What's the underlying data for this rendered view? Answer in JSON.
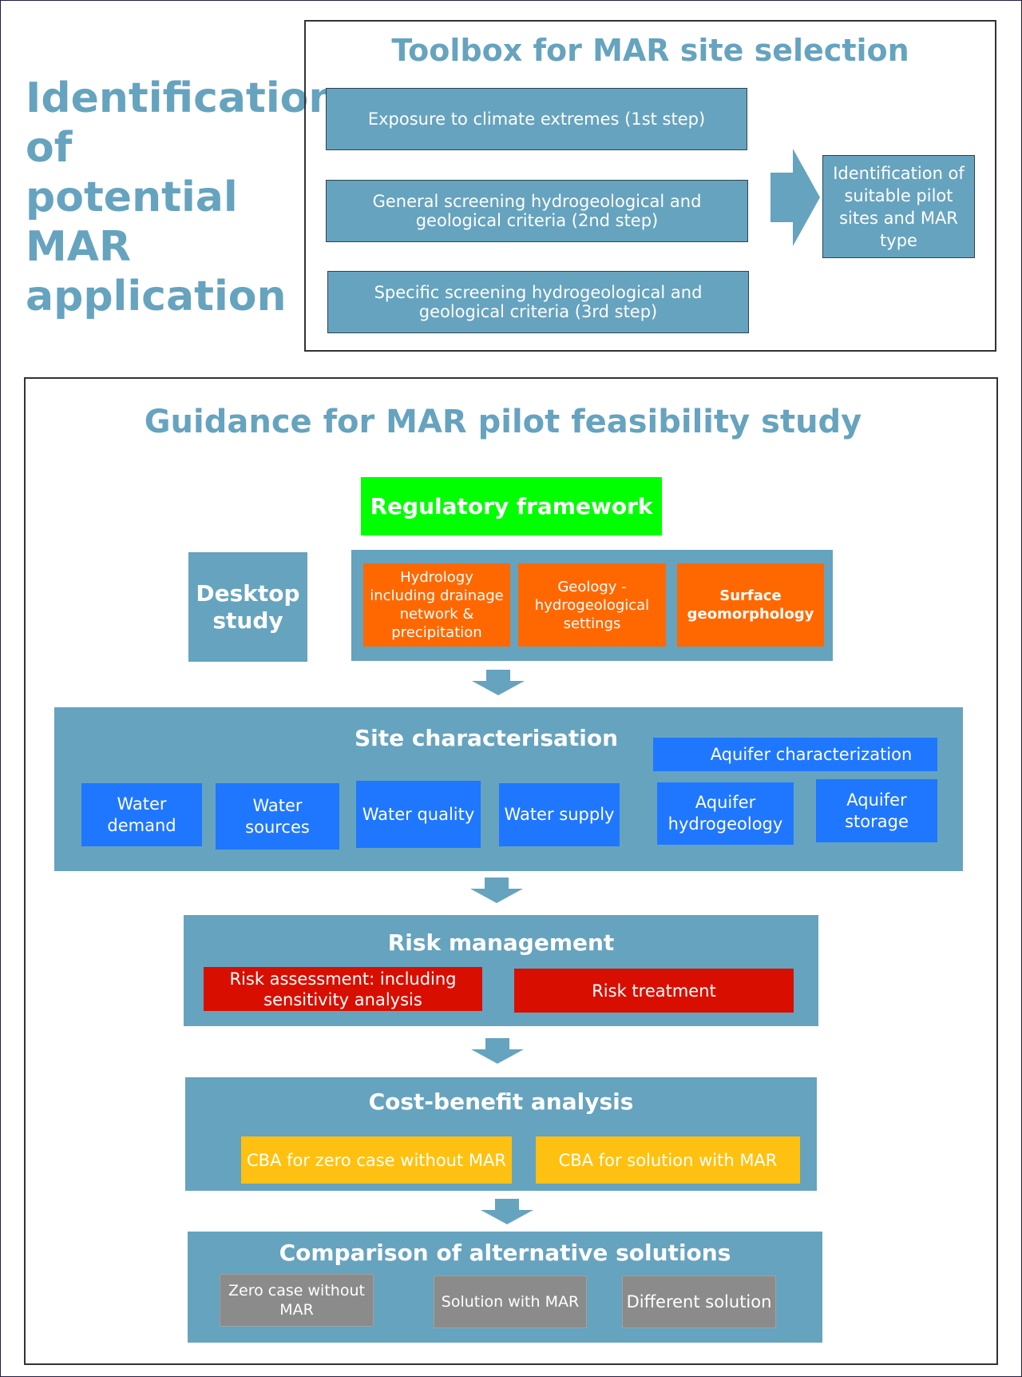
{
  "left_title": "Identification of potential MAR application",
  "toolbox": {
    "title": "Toolbox for MAR site selection",
    "step1": "Exposure to climate extremes (1st step)",
    "step2": "General screening hydrogeological and geological criteria (2nd step)",
    "step3": "Specific screening hydrogeological and geological criteria (3rd step)",
    "result": "Identification of suitable pilot sites and MAR type"
  },
  "guidance": {
    "title": "Guidance for MAR pilot feasibility study",
    "regulatory": "Regulatory framework",
    "desktop": "Desktop study",
    "desktop_items": [
      "Hydrology including drainage network & precipitation",
      "Geology - hydrogeological settings",
      "Surface geomorphology"
    ],
    "site": {
      "title": "Site characterisation",
      "aquifer_header": "Aquifer characterization",
      "items": [
        "Water demand",
        "Water sources",
        "Water quality",
        "Water supply"
      ],
      "aquifer_items": [
        "Aquifer hydrogeology",
        "Aquifer storage"
      ]
    },
    "risk": {
      "title": "Risk management",
      "assessment": "Risk assessment: including sensitivity analysis",
      "treatment": "Risk treatment"
    },
    "cba": {
      "title": "Cost-benefit analysis",
      "zero": "CBA for zero case without MAR",
      "solution": "CBA for solution with MAR"
    },
    "comparison": {
      "title": "Comparison of alternative solutions",
      "zero": "Zero case without MAR",
      "with_mar": "Solution with MAR",
      "different": "Different solution"
    }
  },
  "colors": {
    "steel": "#66a3bf",
    "green": "#00ff00",
    "orange": "#ff6800",
    "blue": "#1f77ff",
    "red": "#d80f00",
    "yellow": "#ffc111",
    "gray": "#8b8b8b"
  }
}
